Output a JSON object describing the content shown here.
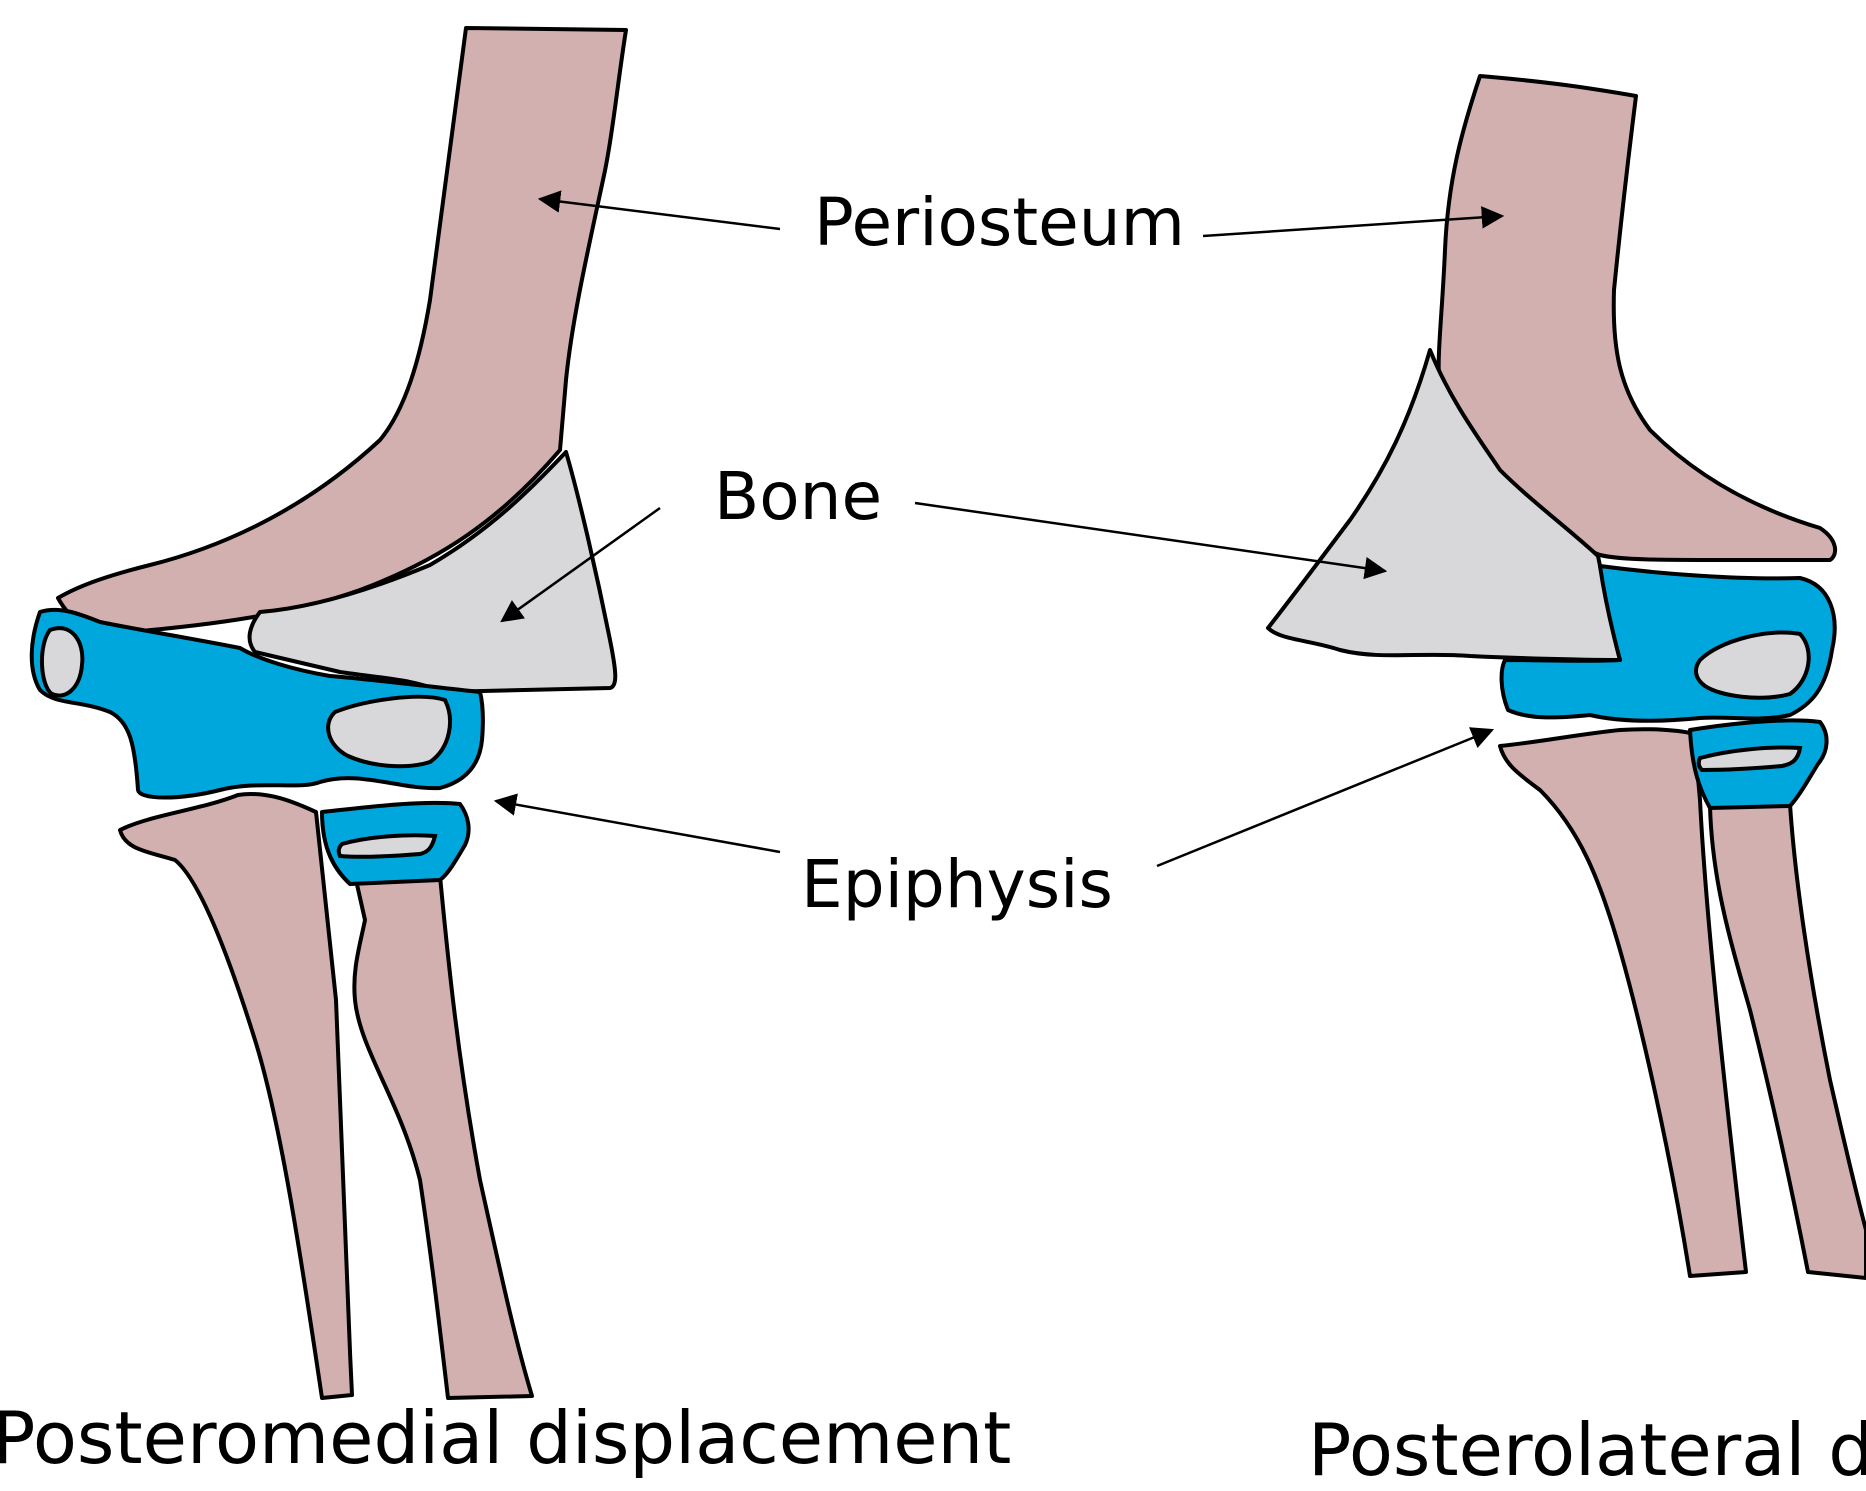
{
  "labels": {
    "periosteum": "Periosteum",
    "bone": "Bone",
    "epiphysis": "Epiphysis"
  },
  "captions": {
    "left": "Posteromedial displacement",
    "right": "Posterolateral di"
  },
  "colors": {
    "periosteum": "#d3b0b0",
    "bone": "#d8d7d9",
    "epiphysis": "#00a7dc",
    "outline": "#000000"
  }
}
